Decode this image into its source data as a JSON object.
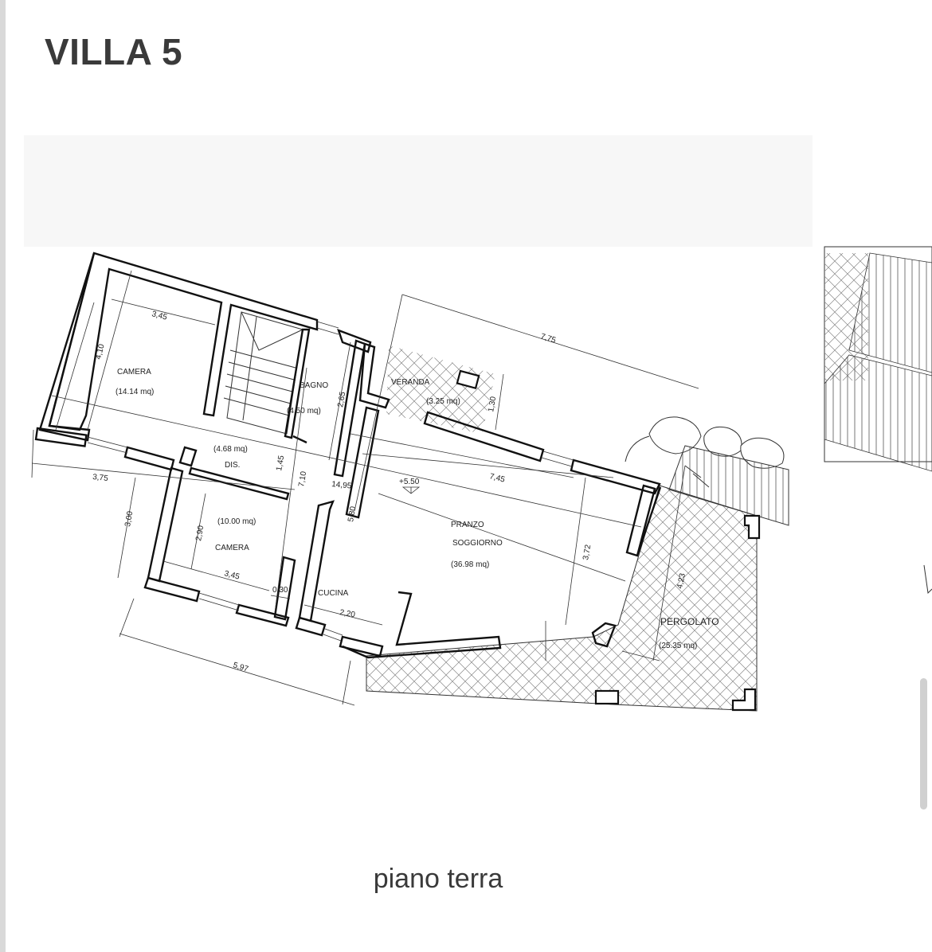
{
  "title": "VILLA 5",
  "floor_label": "piano terra",
  "rooms": {
    "camera_1": {
      "name": "CAMERA",
      "area": "(14.14 mq)"
    },
    "bagno": {
      "name": "BAGNO",
      "area": "(4.50 mq)"
    },
    "veranda": {
      "name": "VERANDA",
      "area": "(3.25 mq)"
    },
    "dis": {
      "name": "DIS.",
      "area": "(4.68 mq)"
    },
    "camera_2": {
      "name": "CAMERA",
      "area": "(10.00 mq)"
    },
    "cucina": {
      "name": "CUCINA"
    },
    "pranzo": {
      "name_1": "PRANZO",
      "name_2": "SOGGIORNO",
      "area": "(36.98 mq)"
    },
    "pergolato": {
      "name": "PERGOLATO",
      "area": "(25.35 mq)"
    }
  },
  "elevation": "+5.50",
  "dimensions": {
    "d345_top": "3,45",
    "d410": "4,10",
    "d265": "2,65",
    "d130": "1,30",
    "d775": "7,75",
    "d375": "3,75",
    "d145": "1,45",
    "d710": "7,10",
    "d1495": "14,95",
    "d745": "7,45",
    "d300": "3,00",
    "d290": "2,90",
    "d580": "5,80",
    "d372": "3,72",
    "d423": "4,23",
    "d345_bottom": "3,45",
    "d030": "0,30",
    "d220": "2,20",
    "d597": "5,97"
  }
}
